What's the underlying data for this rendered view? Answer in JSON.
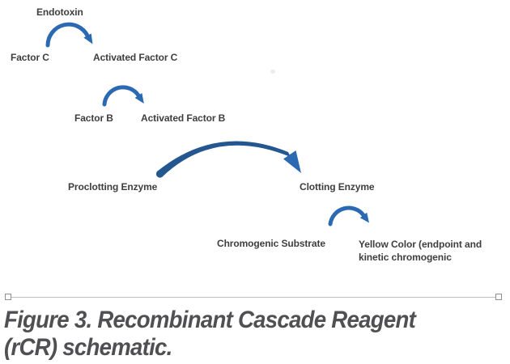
{
  "figure": {
    "labels": {
      "endotoxin": "Endotoxin",
      "factor_c": "Factor C",
      "activated_factor_c": "Activated Factor C",
      "factor_b": "Factor B",
      "activated_factor_b": "Activated Factor B",
      "proclotting_enzyme": "Proclotting Enzyme",
      "clotting_enzyme": "Clotting Enzyme",
      "chromogenic_substrate": "Chromogenic Substrate",
      "yellow_color_line1": "Yellow Color (endpoint and",
      "yellow_color_line2": "kinetic chromogenic"
    },
    "arrows": [
      {
        "from": "Factor C",
        "to": "Activated Factor C",
        "label_above": "Endotoxin"
      },
      {
        "from": "Factor B",
        "to": "Activated Factor B"
      },
      {
        "from": "Proclotting Enzyme",
        "to": "Clotting Enzyme"
      },
      {
        "from": "Chromogenic Substrate",
        "to": "Yellow Color (endpoint and kinetic chromogenic"
      }
    ]
  },
  "caption": {
    "line1": "Figure 3. Recombinant Cascade Reagent",
    "line2": "(rCR) schematic."
  },
  "colors": {
    "arrow_blue": "#2b6ab2",
    "arrow_blue_dark": "#24568f",
    "label_text": "#3f3e3e",
    "caption_text": "#505052",
    "divider_line": "#bfbfbf"
  }
}
